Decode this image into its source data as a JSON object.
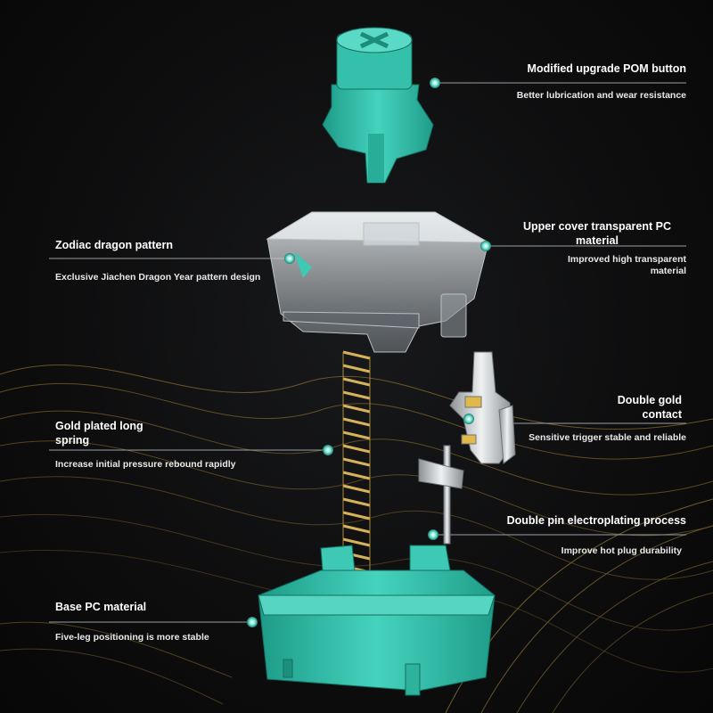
{
  "colors": {
    "accent": "#3ec9b4",
    "teal_dark": "#20a391",
    "gold": "#c9a24a",
    "background": "#0d0d0e"
  },
  "callouts": {
    "pom_button": {
      "title": "Modified upgrade POM button",
      "desc": "Better lubrication and wear resistance"
    },
    "upper_cover": {
      "title": "Upper cover transparent PC material",
      "desc": "Improved high transparent material"
    },
    "zodiac": {
      "title": "Zodiac dragon pattern",
      "desc": "Exclusive Jiachen Dragon Year pattern design"
    },
    "spring": {
      "title": "Gold plated long spring",
      "desc": "Increase initial pressure rebound rapidly"
    },
    "gold_contact": {
      "title": "Double gold contact",
      "desc": "Sensitive trigger stable and reliable"
    },
    "electroplating": {
      "title": "Double pin electroplating process",
      "desc": "Improve hot plug durability"
    },
    "base": {
      "title": "Base PC material",
      "desc": "Five-leg positioning is more stable"
    }
  }
}
